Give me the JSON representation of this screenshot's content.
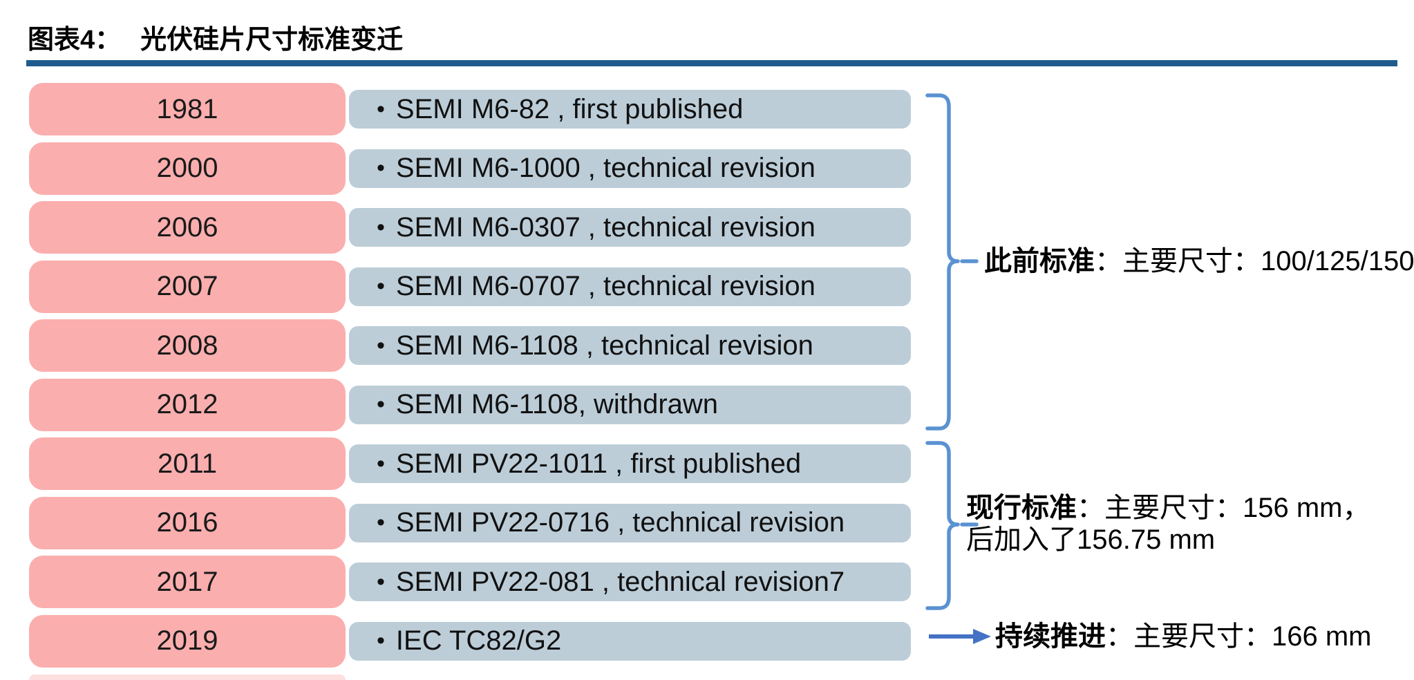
{
  "title": {
    "prefix": "图表4：",
    "text": "光伏硅片尺寸标准变迁"
  },
  "bullet": "•",
  "rows": [
    {
      "year": "1981",
      "text": "SEMI M6-82 , first published"
    },
    {
      "year": "2000",
      "text": "SEMI M6-1000 , technical revision"
    },
    {
      "year": "2006",
      "text": "SEMI M6-0307 , technical revision"
    },
    {
      "year": "2007",
      "text": "SEMI M6-0707 , technical revision"
    },
    {
      "year": "2008",
      "text": "SEMI M6-1108 , technical revision"
    },
    {
      "year": "2012",
      "text": "SEMI M6-1108, withdrawn"
    },
    {
      "year": "2011",
      "text": "SEMI PV22-1011 , first published"
    },
    {
      "year": "2016",
      "text": "SEMI PV22-0716 , technical revision"
    },
    {
      "year": "2017",
      "text": "SEMI PV22-081 , technical revision7"
    },
    {
      "year": "2019",
      "text": "IEC TC82/G2"
    }
  ],
  "annotations": {
    "previous": {
      "bold": "此前标准",
      "rest": "：主要尺寸：100/125/150"
    },
    "current": {
      "bold": "现行标准",
      "rest": "：主要尺寸：156 mm，",
      "line2": "后加入了156.75 mm"
    },
    "ongoing": {
      "bold": "持续推进",
      "rest": "：主要尺寸：166 mm"
    }
  },
  "colors": {
    "year_box_pink": "#FBAEAE",
    "event_box_bluegray": "#BCCDD8",
    "bracket_blue": "#5A92D2",
    "arrow_blue": "#4472C4",
    "title_rule_blue": "#1F5C8D",
    "text_black": "#000000"
  }
}
